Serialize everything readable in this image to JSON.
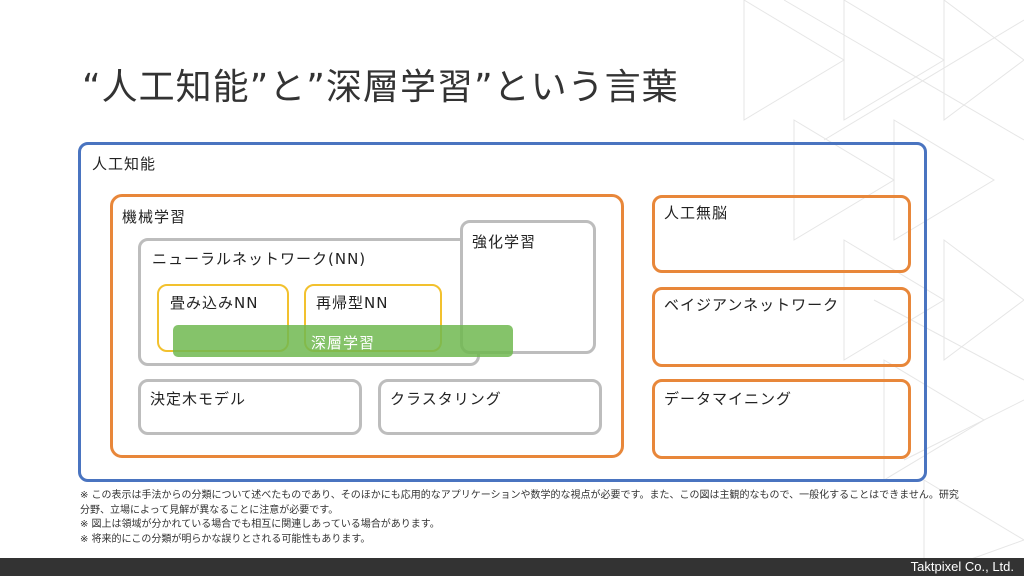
{
  "title": "“人工知能”と”深層学習”という言葉",
  "diagram": {
    "ai": "人工知能",
    "ml": "機械学習",
    "nn": "ニューラルネットワーク(NN)",
    "cnn": "畳み込みNN",
    "rnn": "再帰型NN",
    "dl": "深層学習",
    "rl": "強化学習",
    "dt": "決定木モデル",
    "clustering": "クラスタリング",
    "side": [
      "人工無脳",
      "ベイジアンネットワーク",
      "データマイニング"
    ]
  },
  "notes": [
    "※ この表示は手法からの分類について述べたものであり、そのほかにも応用的なアプリケーションや数学的な視点が必要です。また、この図は主観的なもので、一般化することはできません。研究分野、立場によって見解が異なることに注意が必要です。",
    "※ 図上は領域が分かれている場合でも相互に関連しあっている場合があります。",
    "※ 将来的にこの分類が明らかな誤りとされる可能性もあります。"
  ],
  "footer": {
    "brand": "Taktpixel Co., Ltd."
  },
  "colors": {
    "ai_border": "#4a74c0",
    "ml_border": "#e8873a",
    "nn_border": "#bdbdbd",
    "sub_border": "#f2c12e",
    "dl_fill": "#70b850"
  }
}
